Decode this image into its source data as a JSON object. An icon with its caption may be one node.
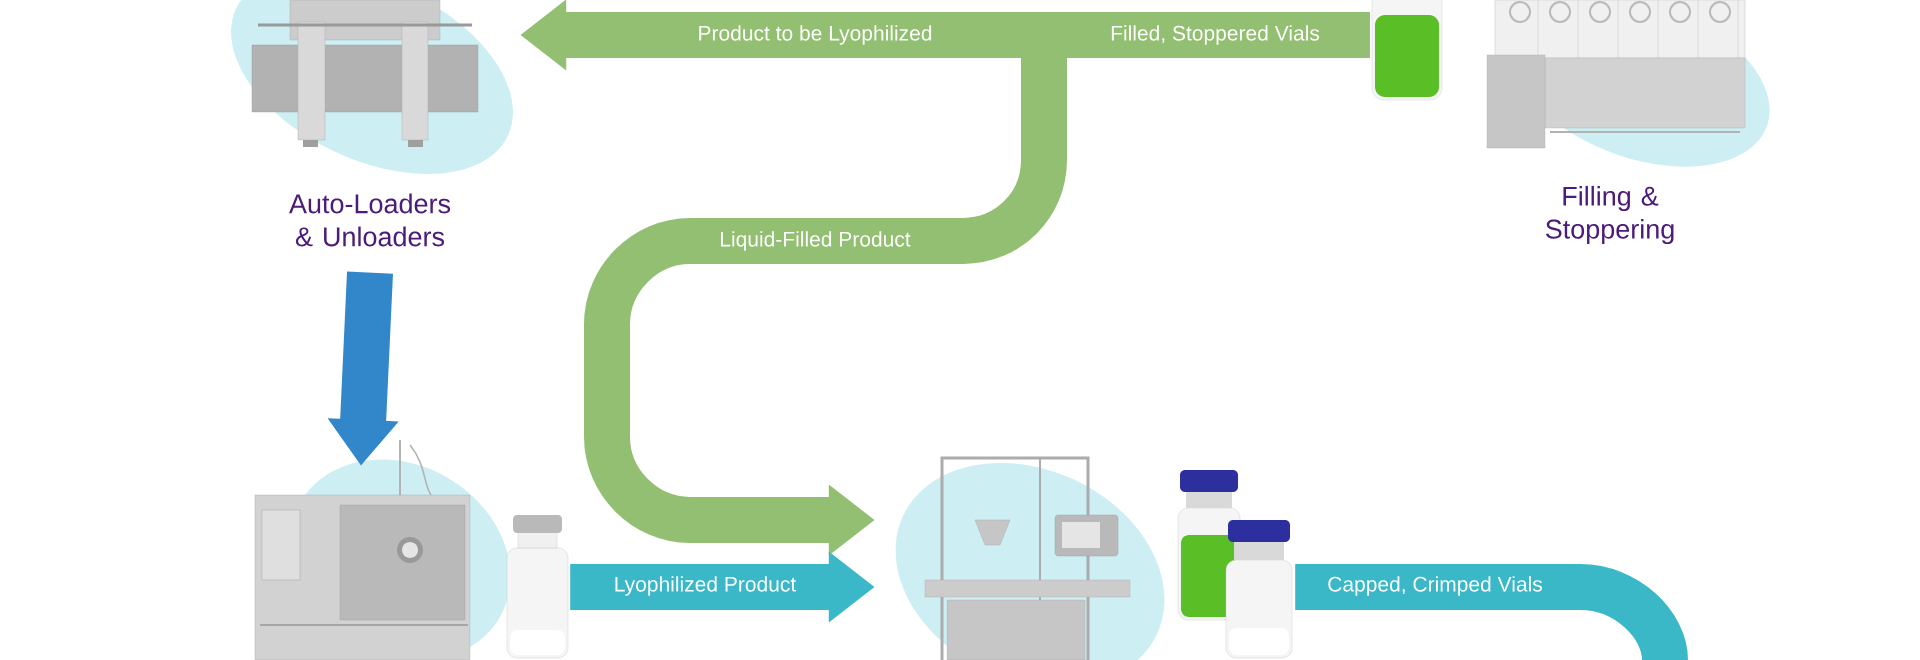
{
  "diagram": {
    "nodes": [
      {
        "text": [],
        "shape": "picture",
        "beside": [
          "Auto-Loaders & Unloaders"
        ]
      },
      {
        "text": [],
        "shape": "picture",
        "beside": [
          "Filling & Stoppering"
        ]
      },
      {
        "text": [],
        "shape": "picture"
      },
      {
        "text": [],
        "shape": "picture"
      },
      {
        "text": [],
        "shape": "picture"
      },
      {
        "text": [],
        "shape": "picture"
      },
      {
        "text": [],
        "shape": "picture"
      }
    ],
    "edges": [
      {
        "from": 2,
        "to": 0,
        "arrow": "to",
        "label": "Product to be Lyophilized"
      },
      {
        "from": 2,
        "to": 5,
        "arrow": "to",
        "label": "Liquid-Filled Product"
      },
      {
        "from": 0,
        "to": 3,
        "arrow": "to",
        "color": "#3187c9"
      },
      {
        "from": 4,
        "to": 5,
        "arrow": "to",
        "label": "Lyophilized Product",
        "color": "#3ab8c8"
      },
      {
        "from": 6,
        "to": null,
        "arrow": "none",
        "label": "Capped, Crimped Vials",
        "color": "#3ab8c8"
      }
    ],
    "labels": [
      "Filled, Stoppered Vials"
    ]
  }
}
